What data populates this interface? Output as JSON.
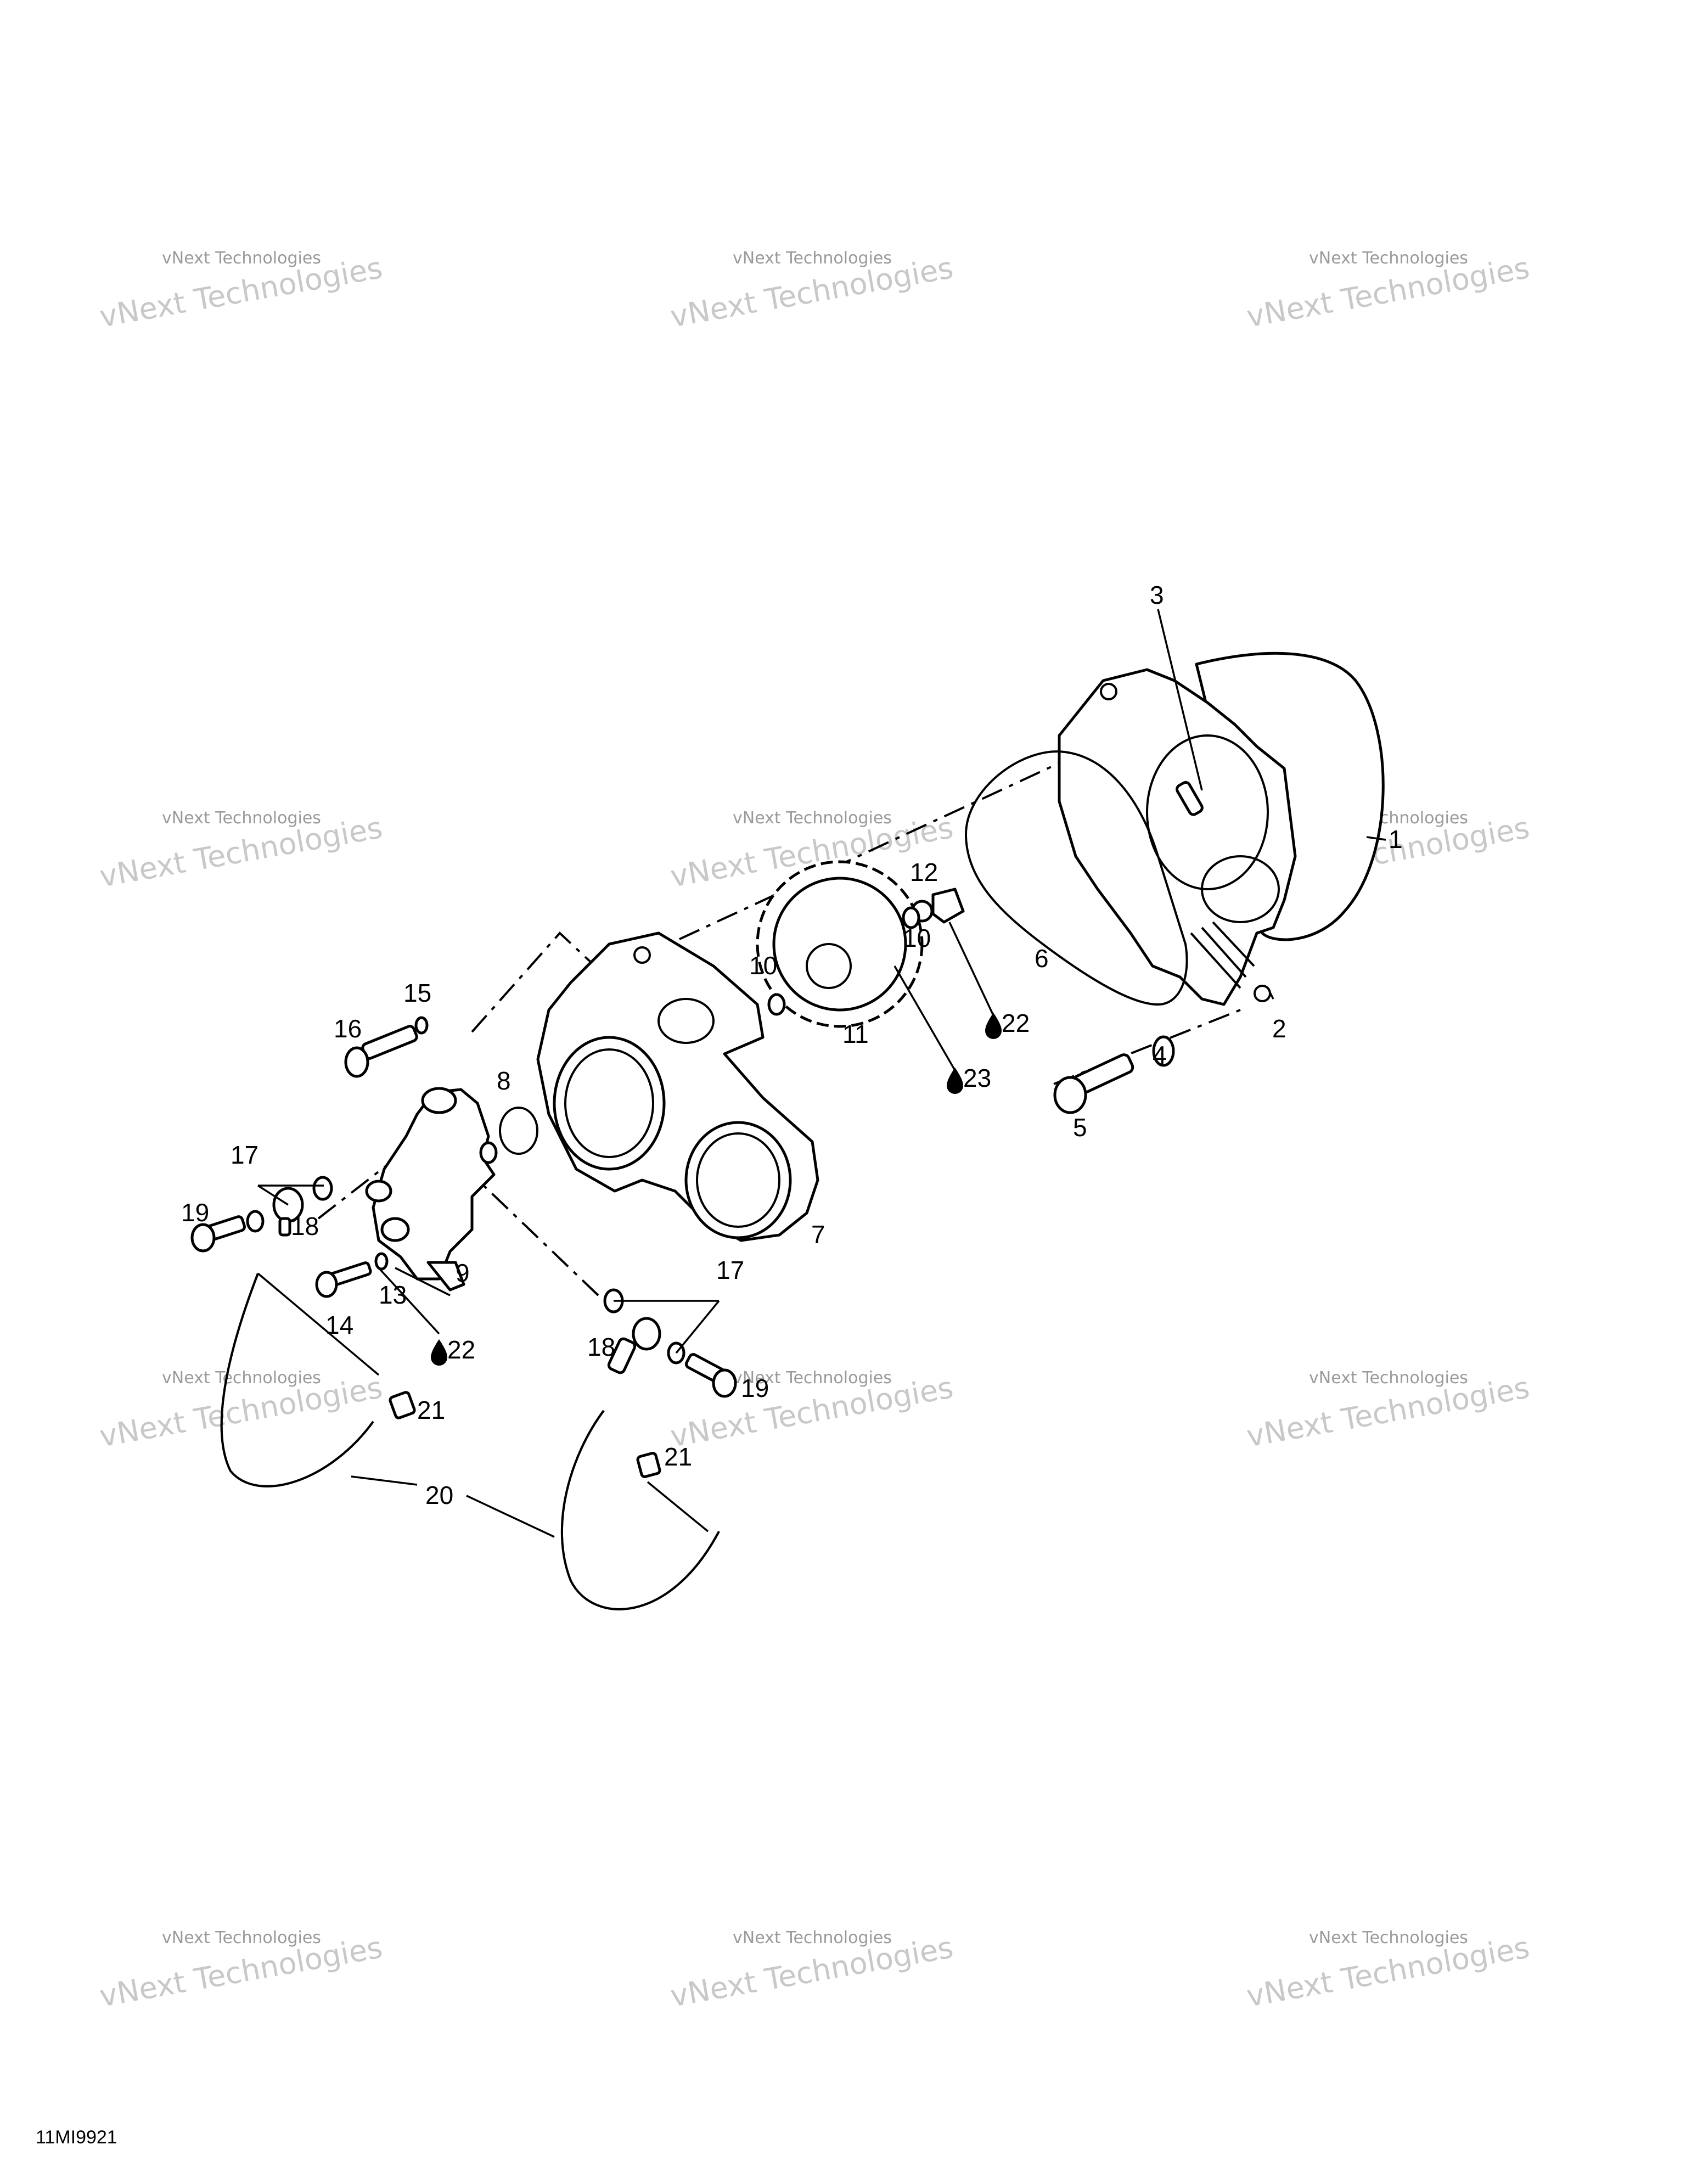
{
  "diagram": {
    "figure_code": "11MI9921",
    "watermark_text": {
      "line1": "vNext Technologies",
      "line2": "vNext Technologies"
    },
    "callouts": [
      {
        "id": "c1",
        "label": "1"
      },
      {
        "id": "c2",
        "label": "2"
      },
      {
        "id": "c3",
        "label": "3"
      },
      {
        "id": "c4",
        "label": "4"
      },
      {
        "id": "c5",
        "label": "5"
      },
      {
        "id": "c6",
        "label": "6"
      },
      {
        "id": "c7",
        "label": "7"
      },
      {
        "id": "c8",
        "label": "8"
      },
      {
        "id": "c9",
        "label": "9"
      },
      {
        "id": "c10a",
        "label": "10"
      },
      {
        "id": "c10b",
        "label": "10"
      },
      {
        "id": "c11",
        "label": "11"
      },
      {
        "id": "c12",
        "label": "12"
      },
      {
        "id": "c13",
        "label": "13"
      },
      {
        "id": "c14",
        "label": "14"
      },
      {
        "id": "c15",
        "label": "15"
      },
      {
        "id": "c16",
        "label": "16"
      },
      {
        "id": "c17a",
        "label": "17"
      },
      {
        "id": "c17b",
        "label": "17"
      },
      {
        "id": "c18a",
        "label": "18"
      },
      {
        "id": "c18b",
        "label": "18"
      },
      {
        "id": "c19a",
        "label": "19"
      },
      {
        "id": "c19b",
        "label": "19"
      },
      {
        "id": "c20",
        "label": "20"
      },
      {
        "id": "c21a",
        "label": "21"
      },
      {
        "id": "c21b",
        "label": "21"
      },
      {
        "id": "c22a",
        "label": "22"
      },
      {
        "id": "c22b",
        "label": "22"
      },
      {
        "id": "c23",
        "label": "23"
      }
    ]
  }
}
